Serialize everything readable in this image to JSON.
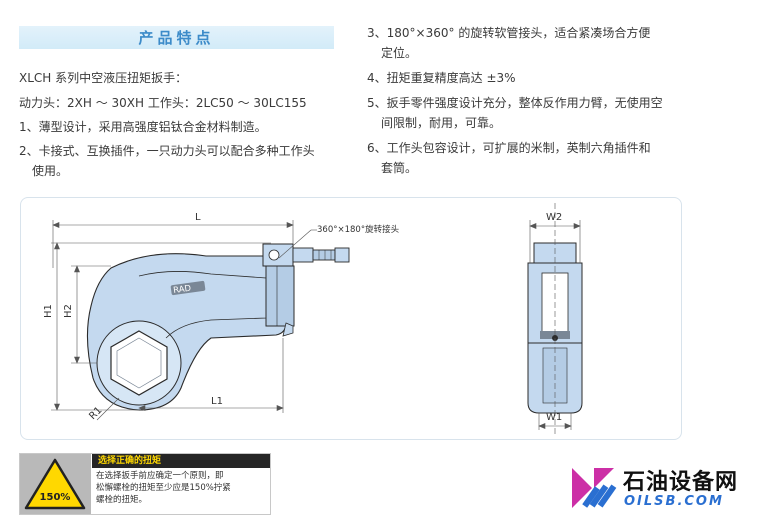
{
  "section_title": "产品特点",
  "features_left": [
    "XLCH 系列中空液压扭矩扳手：",
    "动力头：2XH ～ 30XH  工作头：2LC50 ～ 30LC155",
    "1、薄型设计，采用高强度铝钛合金材料制造。",
    "2、卡接式、互换插件，一只动力头可以配合多种工作头",
    "使用。"
  ],
  "features_right": [
    "3、180°×360° 的旋转软管接头，适合紧凑场合方便",
    "定位。",
    "4、扭矩重复精度高达 ±3%",
    "5、扳手零件强度设计充分，整体反作用力臂，无使用空",
    "间限制，耐用，可靠。",
    "6、工作头包容设计，可扩展的米制，英制六角插件和",
    "套筒。"
  ],
  "diagram": {
    "label_L": "L",
    "label_H1": "H1",
    "label_H2": "H2",
    "label_R1": "R1",
    "label_L1": "L1",
    "label_W2": "W2",
    "label_W1": "W1",
    "swivel_callout": "360°×180°旋转接头",
    "colors": {
      "body": "#c4d9ef",
      "outline": "#2b2b2b",
      "dark": "#7a8796"
    }
  },
  "warning": {
    "title": "选择正确的扭矩",
    "badge": "150%",
    "text_lines": [
      "在选择扳手前应确定一个原则，即",
      "松懈螺栓的扭矩至少应是150%拧紧",
      "螺栓的扭矩。"
    ]
  },
  "logo": {
    "cn": "石油设备网",
    "en": "OILSB.COM",
    "colors": {
      "magenta": "#cc2fa6",
      "blue": "#2a6fd1"
    }
  }
}
